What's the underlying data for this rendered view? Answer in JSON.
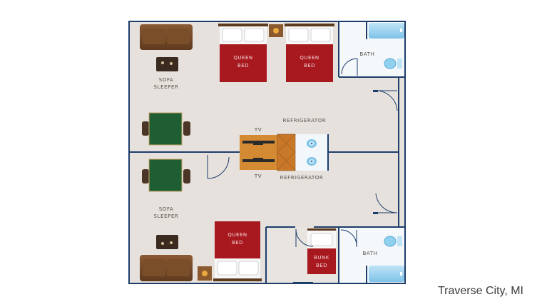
{
  "location": "Traverse City, MI",
  "rooms": {
    "upper": {
      "beds": [
        "QUEEN\nBED",
        "QUEEN\nBED"
      ],
      "sofa_label": "SOFA\nSLEEPER",
      "bath_label": "BATH",
      "tv_label": "TV",
      "fridge_label": "REFRIGERATOR"
    },
    "lower": {
      "bed_label": "QUEEN\nBED",
      "bunk_label": "BUNK\nBED",
      "sofa_label": "SOFA\nSLEEPER",
      "bath_label": "BATH",
      "tv_label": "TV",
      "fridge_label": "REFRIGERATOR"
    }
  },
  "colors": {
    "wall": "#1d3d6b",
    "floor": "#e6e1dc",
    "bed": "#a8181f",
    "wood": "#6e4424",
    "table": "#1f5e32",
    "counter": "#d48a33",
    "tile": "#f2f7fb",
    "tub": "#9fd1ee"
  }
}
